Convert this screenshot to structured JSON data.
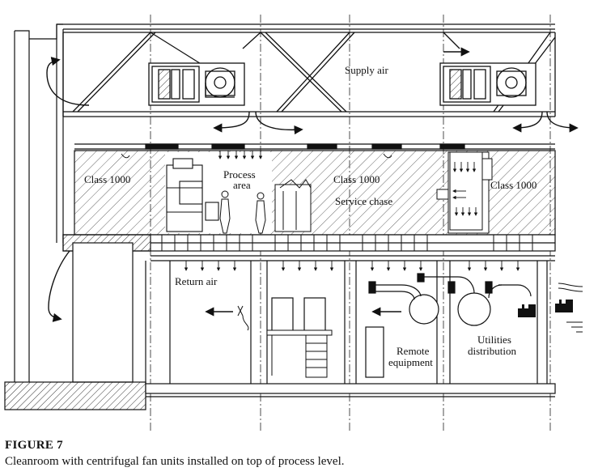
{
  "diagram": {
    "labels": {
      "supply_air": "Supply air",
      "class_left": "Class 1000",
      "process_area_1": "Process",
      "process_area_2": "area",
      "class_middle": "Class 1000",
      "service_chase": "Service chase",
      "class_right": "Class 1000",
      "return_air": "Return air",
      "remote_equipment_1": "Remote",
      "remote_equipment_2": "equipment",
      "utilities_distribution_1": "Utilities",
      "utilities_distribution_2": "distribution"
    }
  },
  "caption": {
    "figure_label": "FIGURE 7",
    "text": "Cleanroom with centrifugal fan units installed on top of process level."
  }
}
